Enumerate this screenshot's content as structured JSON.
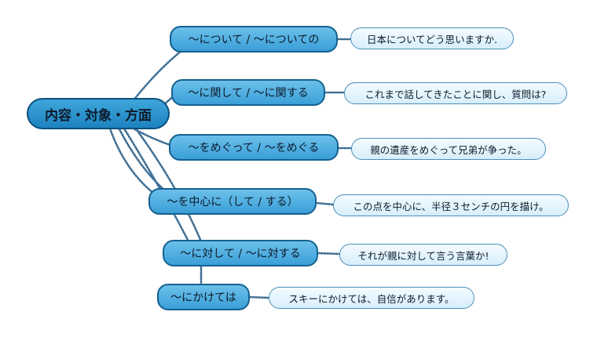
{
  "root": {
    "label": "内容・対象・方面"
  },
  "branches": [
    {
      "label": "～について / ～についての",
      "example": "日本についてどう思いますか."
    },
    {
      "label": "～に関して / ～に関する",
      "example": "これまで話してきたことに関し、質問は?"
    },
    {
      "label": "～をめぐって / ～をめぐる",
      "example": "親の遺産をめぐって兄弟が争った。"
    },
    {
      "label": "～を中心に（して / する）",
      "example": "この点を中心に、半径３センチの円を描け。"
    },
    {
      "label": "～に対して / ～に対する",
      "example": "それが親に対して言う言葉か!"
    },
    {
      "label": "～にかけては",
      "example": "スキーにかけては、自信があります。"
    }
  ],
  "colors": {
    "root_fill": "#2a93cf",
    "branch_fill": "#5ab4e4",
    "example_fill": "#e6f5fd",
    "connector": "#3f6f95"
  }
}
